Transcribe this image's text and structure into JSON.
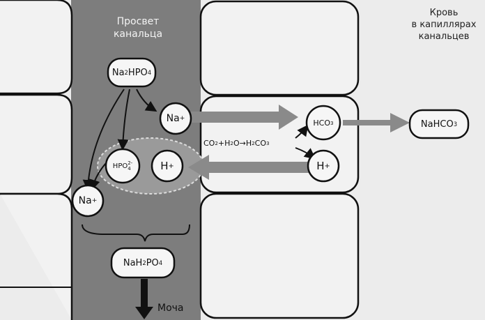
{
  "labels": {
    "lumen_line1": "Просвет",
    "lumen_line2": "канальца",
    "blood_line1": "Кровь",
    "blood_line2": "в капиллярах",
    "blood_line3": "канальцев",
    "urine": "Моча"
  },
  "species": {
    "na2hpo4": {
      "main": "Na",
      "sub1": "2",
      "mid": "HPO",
      "sub2": "4"
    },
    "na_upper": {
      "main": "Na",
      "sup": "+"
    },
    "na_lower": {
      "main": "Na",
      "sup": "+"
    },
    "hpo4": {
      "main": "HPO",
      "sup": "2-",
      "sub": "4"
    },
    "h_left": {
      "main": "H",
      "sup": "+"
    },
    "h_right": {
      "main": "H",
      "sup": "+"
    },
    "hco3": {
      "main": "HCO",
      "sub": "3"
    },
    "nahco3": {
      "main": "NaHCO",
      "sub": "3"
    },
    "nah2po4": {
      "a": "NaH",
      "sub1": "2",
      "b": "PO",
      "sub2": "4"
    },
    "reaction": {
      "co2": "CO",
      "s1": "2",
      "plus": "+H",
      "s2": "2",
      "o": "O",
      "arrow": "→",
      "h2": "H",
      "s3": "2",
      "co3": "CO",
      "s4": "3"
    }
  },
  "colors": {
    "lumen": "#7a7a7a",
    "cell_fill": "#f2f2f2",
    "stroke": "#111111",
    "big_arrow": "#888888"
  }
}
